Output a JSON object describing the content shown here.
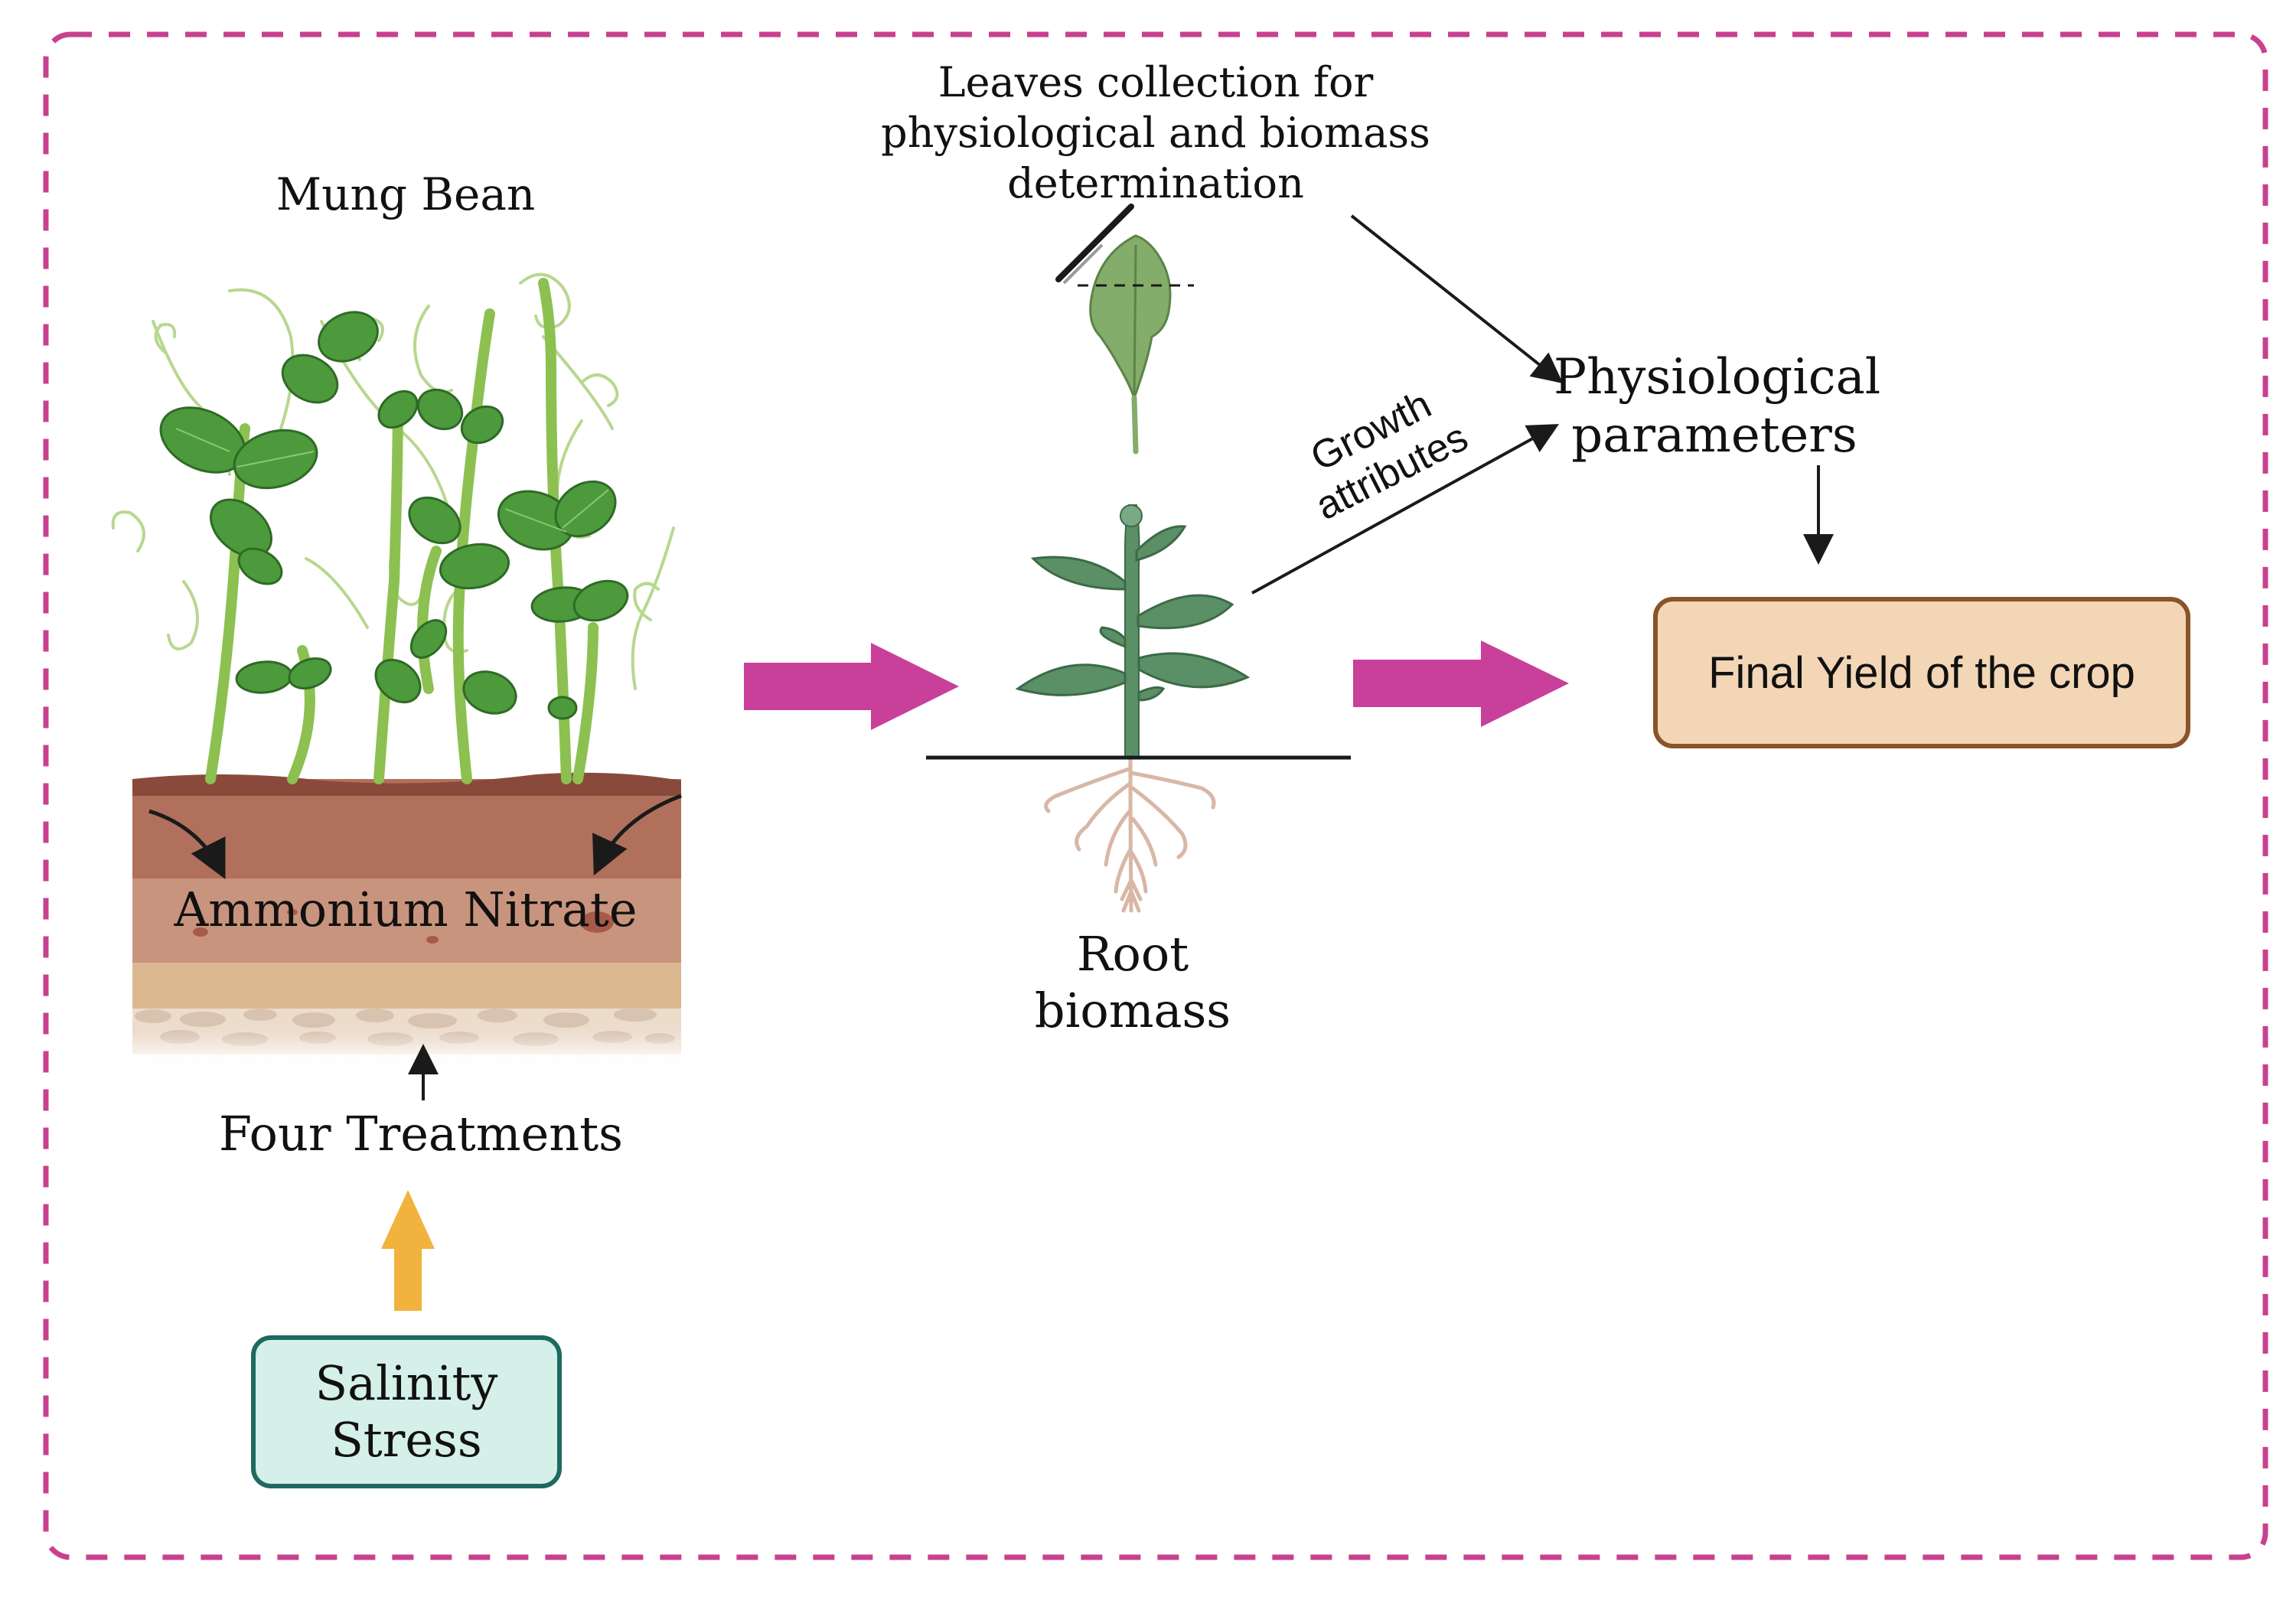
{
  "diagram": {
    "title_plant": "Mung Bean",
    "soil_label": "Ammonium Nitrate",
    "treatments_label": "Four Treatments",
    "stress_box": {
      "line1": "Salinity",
      "line2": "Stress"
    },
    "leaves_label": {
      "line1": "Leaves collection for",
      "line2": "physiological and biomass",
      "line3": "determination"
    },
    "growth_label": {
      "line1": "Growth",
      "line2": "attributes"
    },
    "root_label": {
      "line1": "Root",
      "line2": "biomass"
    },
    "physio_label": {
      "line1": "Physiological",
      "line2": "parameters"
    },
    "yield_box": "Final Yield of the crop"
  },
  "colors": {
    "frame_dash": "#c8408f",
    "big_arrow": "#c8409a",
    "up_arrow": "#f2b23e",
    "stress_fill": "#d5efe9",
    "stress_border": "#1e6a60",
    "yield_fill": "#f3d6b5",
    "yield_border": "#8a5328",
    "leaf_dark": "#4c9a3c",
    "leaf_sapling": "#5b8f66"
  },
  "icons": {
    "plants": "mung-bean-plants-icon",
    "soil": "soil-layers-icon",
    "leaf": "leaf-icon",
    "scalpel": "scalpel-icon",
    "sapling": "plant-with-roots-icon"
  }
}
